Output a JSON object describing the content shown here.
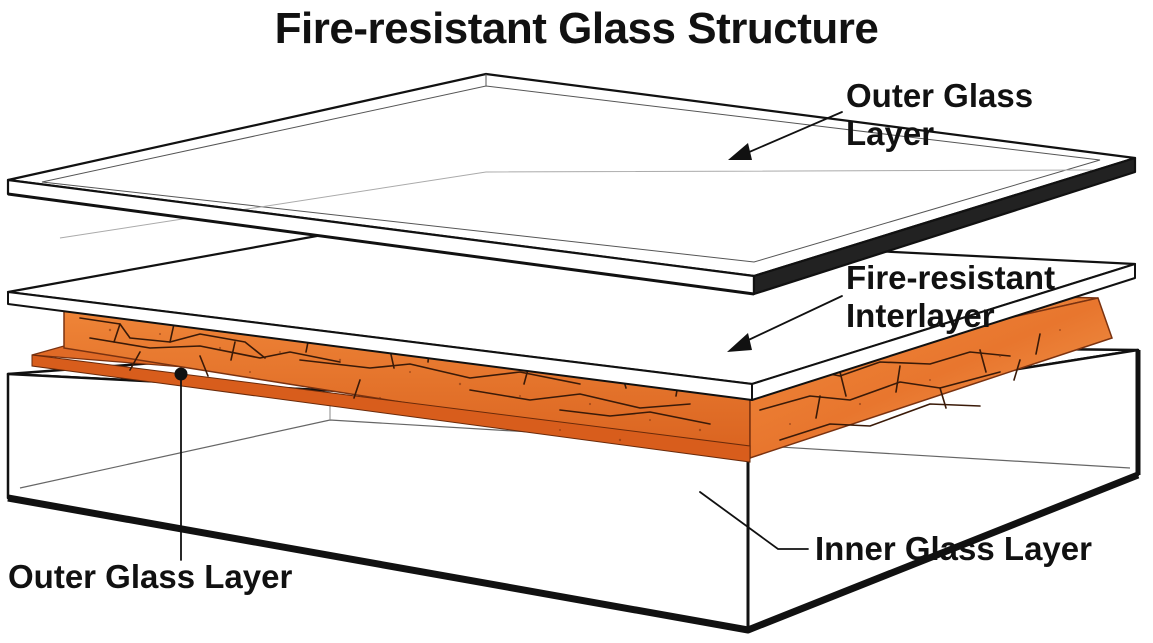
{
  "title": "Fire-resistant Glass Structure",
  "labels": {
    "outer_glass_top": {
      "line1": "Outer Glass",
      "line2": "Layer"
    },
    "interlayer": {
      "line1": "Fire-resistant",
      "line2": "Interlayer"
    },
    "inner_glass": "Inner Glass Layer",
    "outer_glass_bottom": "Outer Glass Layer"
  },
  "colors": {
    "glass_edge": "#111111",
    "glass_fill": "#ffffff",
    "interlayer_fill": "#e8762e",
    "interlayer_dark": "#c9551a",
    "interlayer_light": "#f19a4c",
    "crack": "#3a1a08"
  }
}
